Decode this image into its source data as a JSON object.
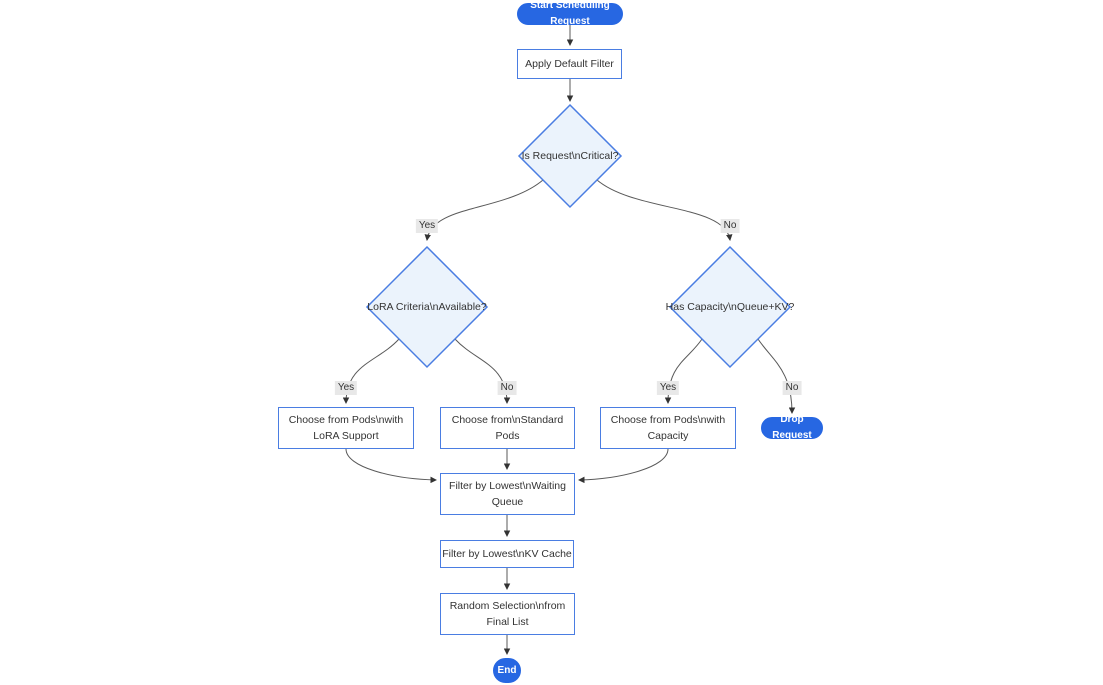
{
  "diagram": {
    "type": "flowchart",
    "direction": "top-down",
    "nodes": {
      "start": {
        "shape": "stadium",
        "label": "Start Scheduling Request"
      },
      "apply": {
        "shape": "rect",
        "label": "Apply Default Filter"
      },
      "critical": {
        "shape": "diamond",
        "label": "Is Request\\nCritical?"
      },
      "lora": {
        "shape": "diamond",
        "label": "LoRA Criteria\\nAvailable?"
      },
      "capacity": {
        "shape": "diamond",
        "label": "Has Capacity\\nQueue+KV?"
      },
      "box_lora": {
        "shape": "rect",
        "label": "Choose from Pods\\nwith LoRA Support",
        "lines": [
          "Choose from Pods\\nwith",
          "LoRA Support"
        ]
      },
      "box_standard": {
        "shape": "rect",
        "label": "Choose from\\nStandard Pods",
        "lines": [
          "Choose from\\nStandard",
          "Pods"
        ]
      },
      "box_capacity": {
        "shape": "rect",
        "label": "Choose from Pods\\nwith Capacity",
        "lines": [
          "Choose from Pods\\nwith",
          "Capacity"
        ]
      },
      "drop": {
        "shape": "stadium",
        "label": "Drop Request"
      },
      "filter_queue": {
        "shape": "rect",
        "label": "Filter by Lowest\\nWaiting Queue",
        "lines": [
          "Filter by Lowest\\nWaiting",
          "Queue"
        ]
      },
      "filter_kv": {
        "shape": "rect",
        "label": "Filter by Lowest\\nKV Cache"
      },
      "random": {
        "shape": "rect",
        "label": "Random Selection\\nfrom Final List",
        "lines": [
          "Random Selection\\nfrom",
          "Final List"
        ]
      },
      "end": {
        "shape": "stadium",
        "label": "End"
      }
    },
    "edge_labels": {
      "critical_yes": "Yes",
      "critical_no": "No",
      "lora_yes": "Yes",
      "lora_no": "No",
      "capacity_yes": "Yes",
      "capacity_no": "No"
    },
    "edges": [
      {
        "from": "start",
        "to": "apply"
      },
      {
        "from": "apply",
        "to": "critical"
      },
      {
        "from": "critical",
        "to": "lora",
        "label": "Yes"
      },
      {
        "from": "critical",
        "to": "capacity",
        "label": "No"
      },
      {
        "from": "lora",
        "to": "box_lora",
        "label": "Yes"
      },
      {
        "from": "lora",
        "to": "box_standard",
        "label": "No"
      },
      {
        "from": "capacity",
        "to": "box_capacity",
        "label": "Yes"
      },
      {
        "from": "capacity",
        "to": "drop",
        "label": "No"
      },
      {
        "from": "box_lora",
        "to": "filter_queue"
      },
      {
        "from": "box_standard",
        "to": "filter_queue"
      },
      {
        "from": "box_capacity",
        "to": "filter_queue"
      },
      {
        "from": "filter_queue",
        "to": "filter_kv"
      },
      {
        "from": "filter_kv",
        "to": "random"
      },
      {
        "from": "random",
        "to": "end"
      }
    ],
    "colors": {
      "pill_fill": "#2767E2",
      "pill_text": "#FFFFFF",
      "node_border": "#4A7DE2",
      "rect_fill": "#FFFFFF",
      "diamond_fill": "#EBF3FC",
      "text": "#333333",
      "edge": "#595959",
      "arrowhead": "#333333",
      "label_bg": "#E8E8E8",
      "background": "#FFFFFF"
    }
  }
}
